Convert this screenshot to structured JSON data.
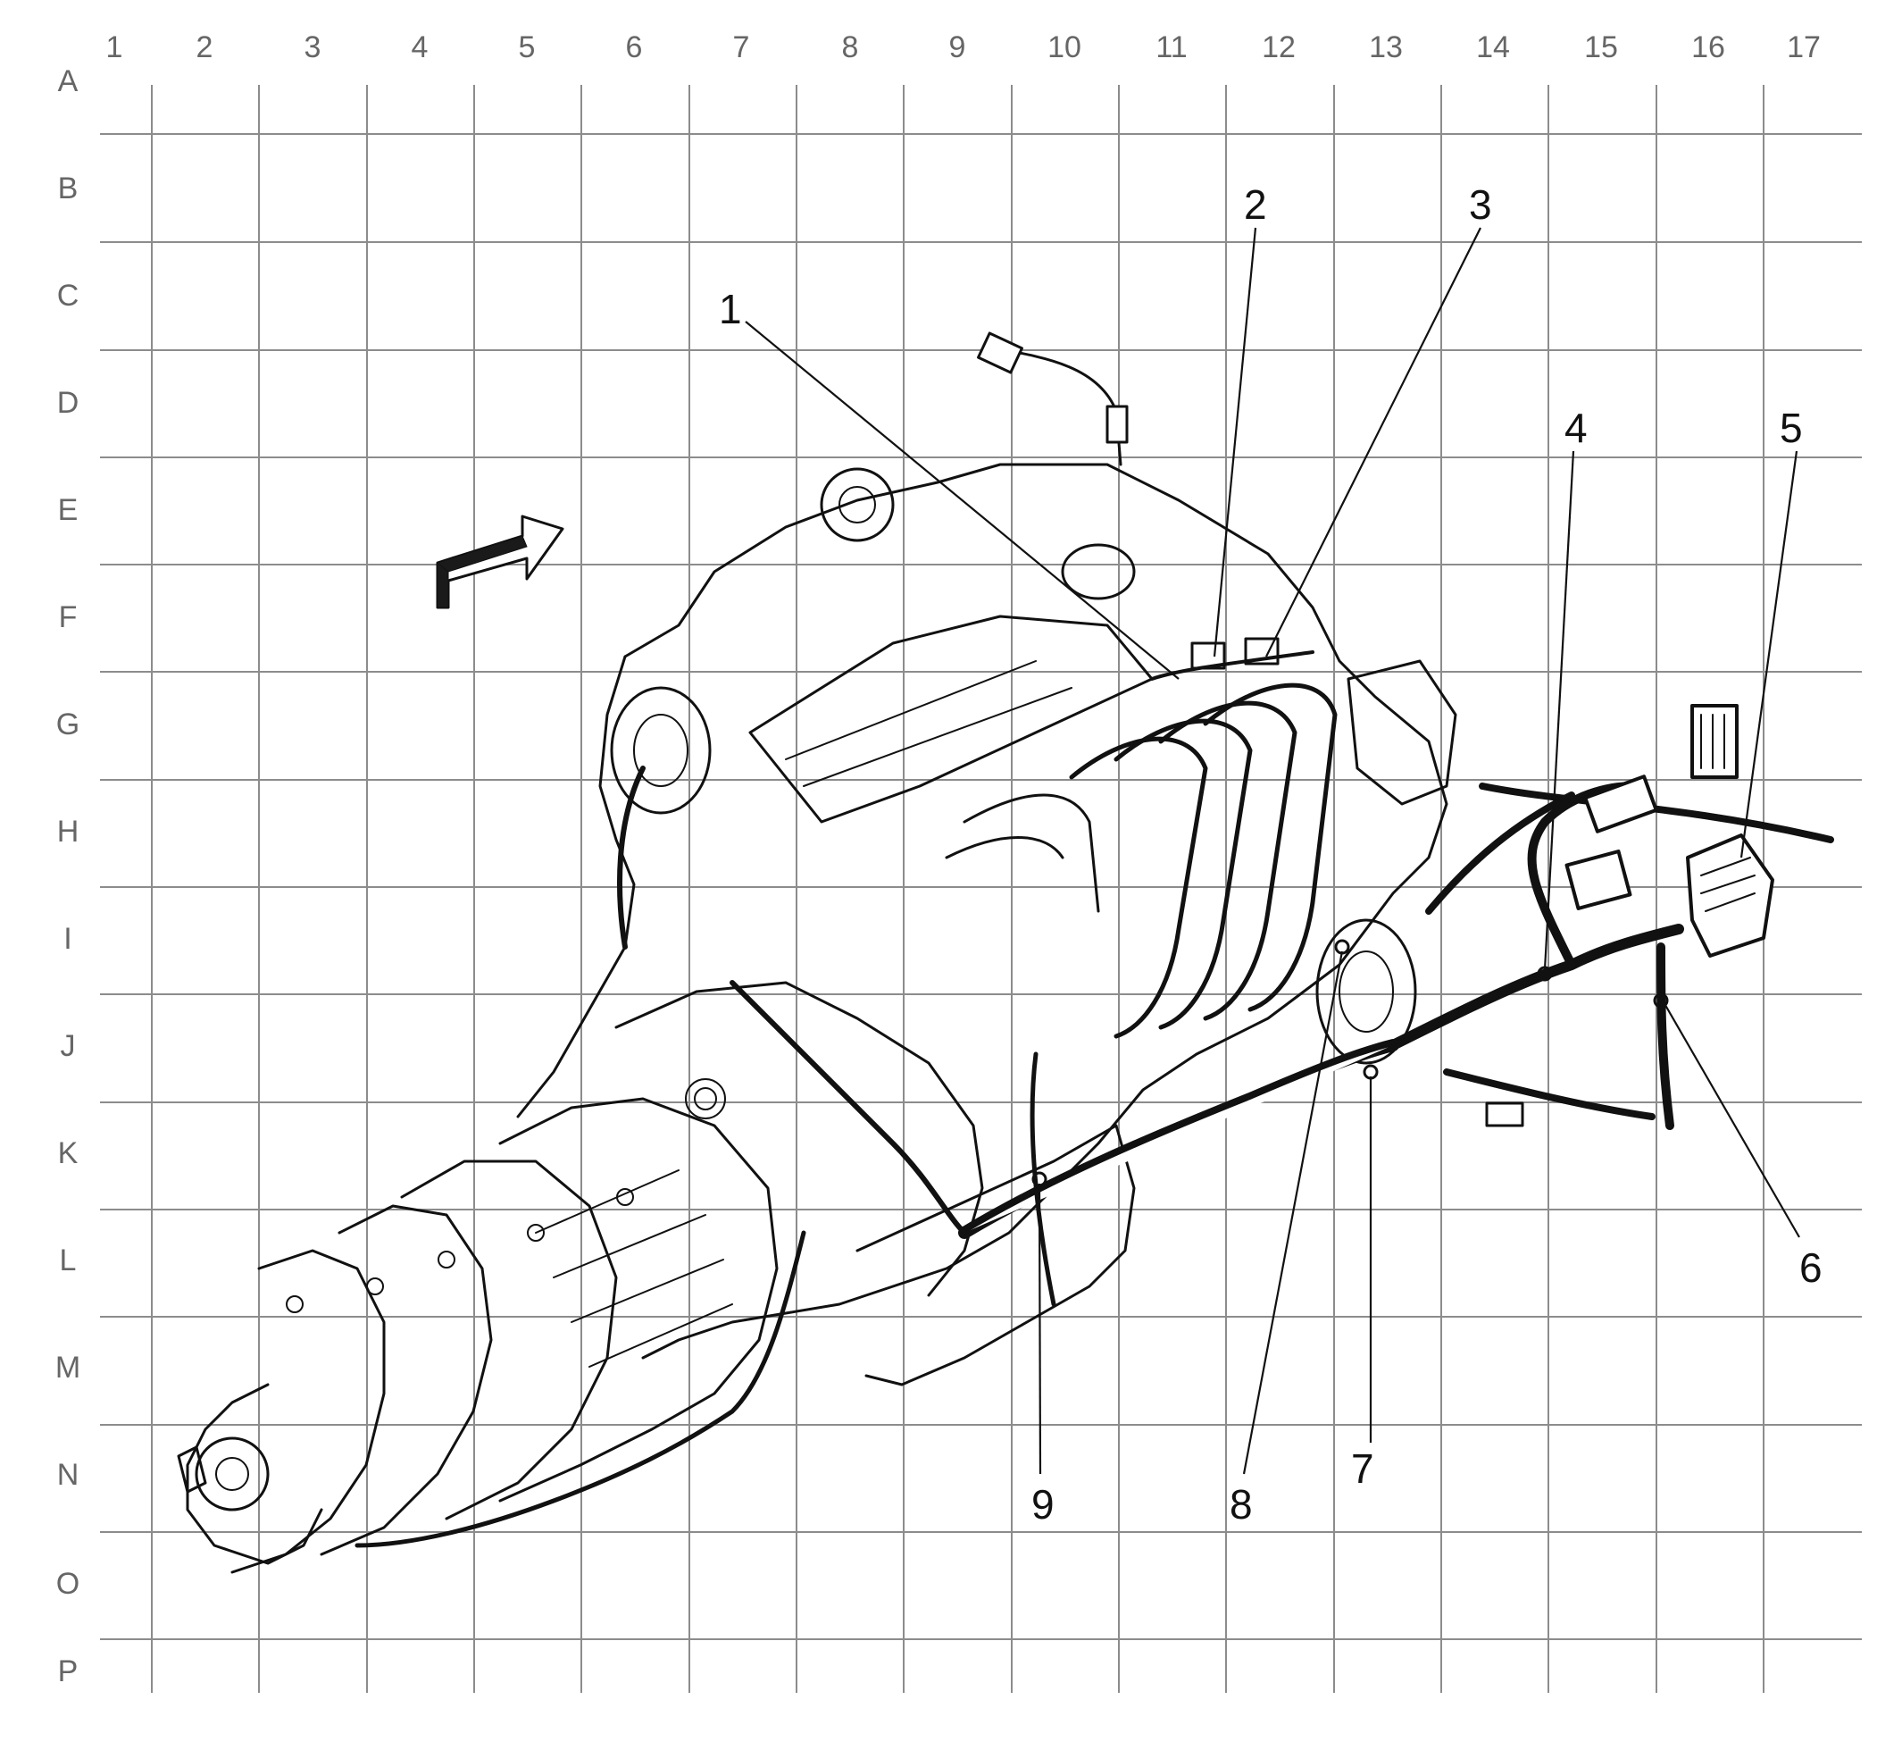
{
  "grid": {
    "columns": [
      "1",
      "2",
      "3",
      "4",
      "5",
      "6",
      "7",
      "8",
      "9",
      "10",
      "11",
      "12",
      "13",
      "14",
      "15",
      "16",
      "17"
    ],
    "rows": [
      "A",
      "B",
      "C",
      "D",
      "E",
      "F",
      "G",
      "H",
      "I",
      "J",
      "K",
      "L",
      "M",
      "N",
      "O",
      "P"
    ]
  },
  "callouts": [
    {
      "id": "1",
      "label": "1"
    },
    {
      "id": "2",
      "label": "2"
    },
    {
      "id": "3",
      "label": "3"
    },
    {
      "id": "4",
      "label": "4"
    },
    {
      "id": "5",
      "label": "5"
    },
    {
      "id": "6",
      "label": "6"
    },
    {
      "id": "7",
      "label": "7"
    },
    {
      "id": "8",
      "label": "8"
    },
    {
      "id": "9",
      "label": "9"
    }
  ],
  "colors": {
    "grid": "#8c8c8c",
    "grid_label": "#666666",
    "ink": "#111111",
    "background": "#ffffff"
  }
}
